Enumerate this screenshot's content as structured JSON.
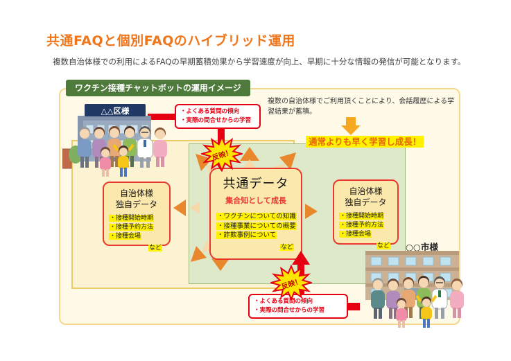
{
  "header": {
    "title": "共通FAQと個別FAQのハイブリッド運用",
    "subtitle": "複数自治体様での利用によるFAQの早期蓄積効果から学習速度が向上、早期に十分な情報の発信が可能となります。"
  },
  "panel": {
    "tab_label": "ワクチン接種チャットボットの運用イメージ",
    "note": "複数の自治体様でご利用頂くことにより、会話履歴による学習結果が蓄積。",
    "growth_highlight": "通常よりも早く学習し成長！"
  },
  "callouts": {
    "top": {
      "lines": [
        "・よくある質問の傾向",
        "・実際の問合せからの学習"
      ]
    },
    "bottom": {
      "lines": [
        "・よくある質問の傾向",
        "・実際の問合せからの学習"
      ]
    }
  },
  "bursts": {
    "top_label": "反映！",
    "bottom_label": "反映！"
  },
  "boxes": {
    "left": {
      "title_line1": "自治体様",
      "title_line2": "独自データ",
      "items": [
        "・接種開始時期",
        "・接種予約方法",
        "・接種会場"
      ],
      "etc": "など"
    },
    "center": {
      "title": "共通データ",
      "subtitle": "集合知として成長",
      "items": [
        "・ワクチンについての知識",
        "・接種事業についての概要",
        "・詐欺事例について"
      ],
      "etc": "など"
    },
    "right": {
      "title_line1": "自治体様",
      "title_line2": "独自データ",
      "items": [
        "・接種開始時期",
        "・接種予約方法",
        "・接種会場"
      ],
      "etc": "など"
    }
  },
  "buildings": {
    "left_sign": "△△区様",
    "right_sign": "○○市様"
  },
  "colors": {
    "title_orange": "#F0761C",
    "tab_green": "#4E7A3C",
    "panel_fill": "#FFFAE8",
    "panel_border": "#F4D78C",
    "district_zone_fill": "#FCF3D3",
    "city_zone_fill": "#DEE9CA",
    "box_fill": "#FBE8AC",
    "box_border_red": "#E8382F",
    "highlight_yellow": "#FFF100",
    "arrow_red": "#E60012",
    "radiate_orange": "#E8872B",
    "block_arrow_orange": "#F5A820"
  }
}
